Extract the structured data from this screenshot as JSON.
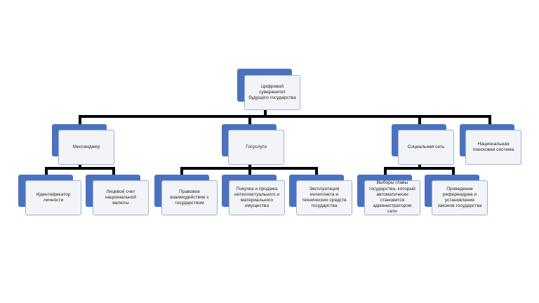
{
  "diagram": {
    "root": {
      "label": "Цифровой суверенитет будущего государства"
    },
    "branches": [
      {
        "label": "Мессенджер",
        "children": [
          {
            "label": "Идентификатор личности"
          },
          {
            "label": "Лицевой счет национальной валюты"
          }
        ]
      },
      {
        "label": "Госуслуги",
        "children": [
          {
            "label": "Правовое взаимодействие с государством"
          },
          {
            "label": "Покупка и продажа интеллектуального и материального имущества"
          },
          {
            "label": "Эксплуатация интеллекта и технических средств государства"
          }
        ]
      },
      {
        "label": "Социальная сеть",
        "children": [
          {
            "label": "Выборы главы государства, который автоматически становится администратором сети"
          },
          {
            "label": "Проведение референдума и установление законов государства"
          }
        ]
      },
      {
        "label": "Национальная поисковая система",
        "children": []
      }
    ]
  },
  "colors": {
    "node_accent": "#4a72bf",
    "node_fill": "#f3f4f7",
    "node_border": "#9bb0d6",
    "connector": "#000000"
  }
}
